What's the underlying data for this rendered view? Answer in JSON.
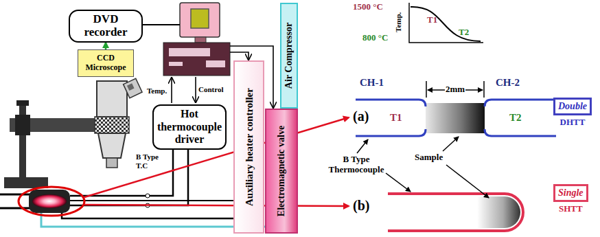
{
  "diagram": {
    "nodes": [
      {
        "text": [
          "DVD recorder"
        ]
      },
      {
        "text": [
          "CCD Microscope"
        ]
      },
      {
        "text": [
          "Hot thermocouple driver"
        ]
      },
      {
        "text": [
          "Auxiliary heater controller"
        ]
      },
      {
        "text": [
          "Air Compressor"
        ]
      },
      {
        "text": [
          "Electromagnetic valve"
        ]
      },
      {
        "text": [
          "Double",
          "DHTT"
        ]
      },
      {
        "text": [
          "Single",
          "SHTT"
        ]
      }
    ],
    "edges": [
      {
        "from": 1,
        "to": 0,
        "arrow": "to"
      }
    ],
    "labels": [
      "Temp.",
      "Control",
      "B Type T.C",
      "1500 °C",
      "800 °C",
      "Temp.",
      "T1",
      "T2",
      "CH-1",
      "CH-2",
      "2mm",
      "T1",
      "T2",
      "(a)",
      "(b)",
      "B Type Thermocouple",
      "Sample"
    ]
  }
}
